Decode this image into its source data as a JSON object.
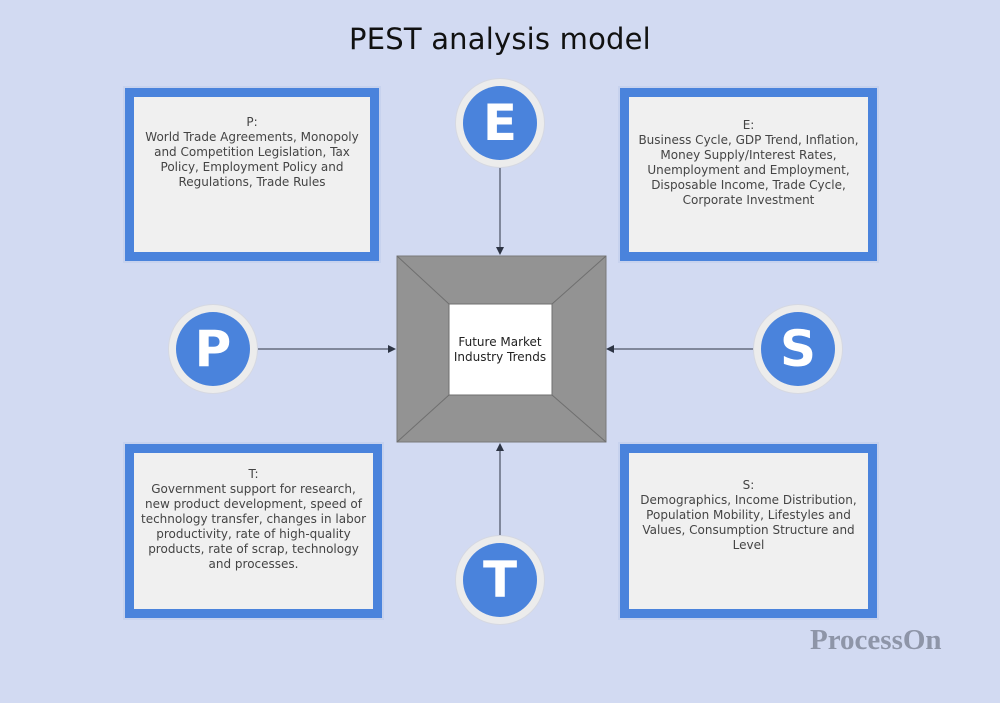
{
  "title": "PEST analysis model",
  "center": {
    "label": "Future Market\nIndustry Trends"
  },
  "factors": {
    "P": {
      "letter": "P",
      "heading": "P:",
      "text": "P:\nWorld Trade Agreements, Monopoly and Competition Legislation, Tax Policy, Employment Policy and Regulations, Trade Rules"
    },
    "E": {
      "letter": "E",
      "heading": "E:",
      "text": "E:\nBusiness Cycle, GDP Trend, Inflation, Money Supply/Interest Rates, Unemployment and Employment, Disposable Income, Trade Cycle, Corporate Investment"
    },
    "S": {
      "letter": "S",
      "heading": "S:",
      "text": "S:\nDemographics, Income Distribution, Population Mobility, Lifestyles and Values, Consumption Structure and Level"
    },
    "T": {
      "letter": "T",
      "heading": "T:",
      "text": "T:\nGovernment support for research, new product development, speed of technology transfer, changes in labor productivity, rate of high-quality products, rate of scrap, technology and processes."
    }
  },
  "colors": {
    "background": "#d2daf2",
    "accent_blue": "#4a83dc",
    "box_fill": "#f0f0f0",
    "frame_gray": "#939393",
    "watermark": "#8e95a8"
  },
  "watermark": "ProcessOn"
}
